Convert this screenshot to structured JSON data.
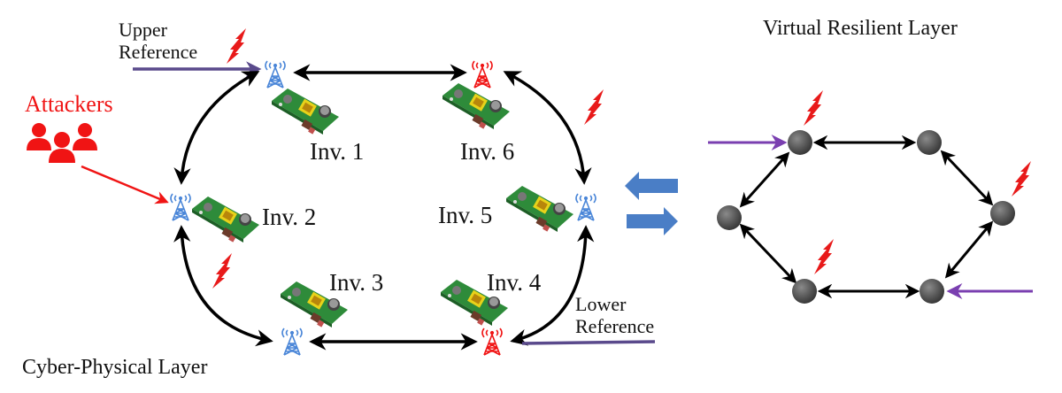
{
  "left_panel": {
    "title": "Cyber-Physical Layer",
    "attackers_label": "Attackers",
    "upper_reference": [
      "Upper",
      "Reference"
    ],
    "lower_reference": [
      "Lower",
      "Reference"
    ],
    "inverters": [
      {
        "label": "Inv. 1",
        "tower_status": "normal"
      },
      {
        "label": "Inv. 2",
        "tower_status": "normal"
      },
      {
        "label": "Inv. 3",
        "tower_status": "normal"
      },
      {
        "label": "Inv. 4",
        "tower_status": "compromised"
      },
      {
        "label": "Inv. 5",
        "tower_status": "normal"
      },
      {
        "label": "Inv. 6",
        "tower_status": "compromised"
      }
    ],
    "links": [
      "Inv. 1 - Inv. 6",
      "Inv. 6 - Inv. 5",
      "Inv. 5 - Inv. 4",
      "Inv. 4 - Inv. 3",
      "Inv. 3 - Inv. 2",
      "Inv. 2 - Inv. 1"
    ],
    "attacked_links": [
      "Upper Reference",
      "Inv. 6 - Inv. 5",
      "Inv. 3 - Inv. 2"
    ]
  },
  "right_panel": {
    "title": "Virtual Resilient Layer",
    "nodes": 6,
    "attacked_nodes": [
      "top-left",
      "right",
      "bottom-left"
    ],
    "reference_inputs": [
      "top-left",
      "bottom-right"
    ]
  },
  "colors": {
    "normal_tower": "#4a86d8",
    "compromised_tower": "#f01414",
    "attack": "#f01414",
    "reference_arrow": "#5a4a8c",
    "virtual_reference_arrow": "#7a3fb0",
    "exchange_arrow": "#4a7ec6",
    "node": "#555555"
  }
}
